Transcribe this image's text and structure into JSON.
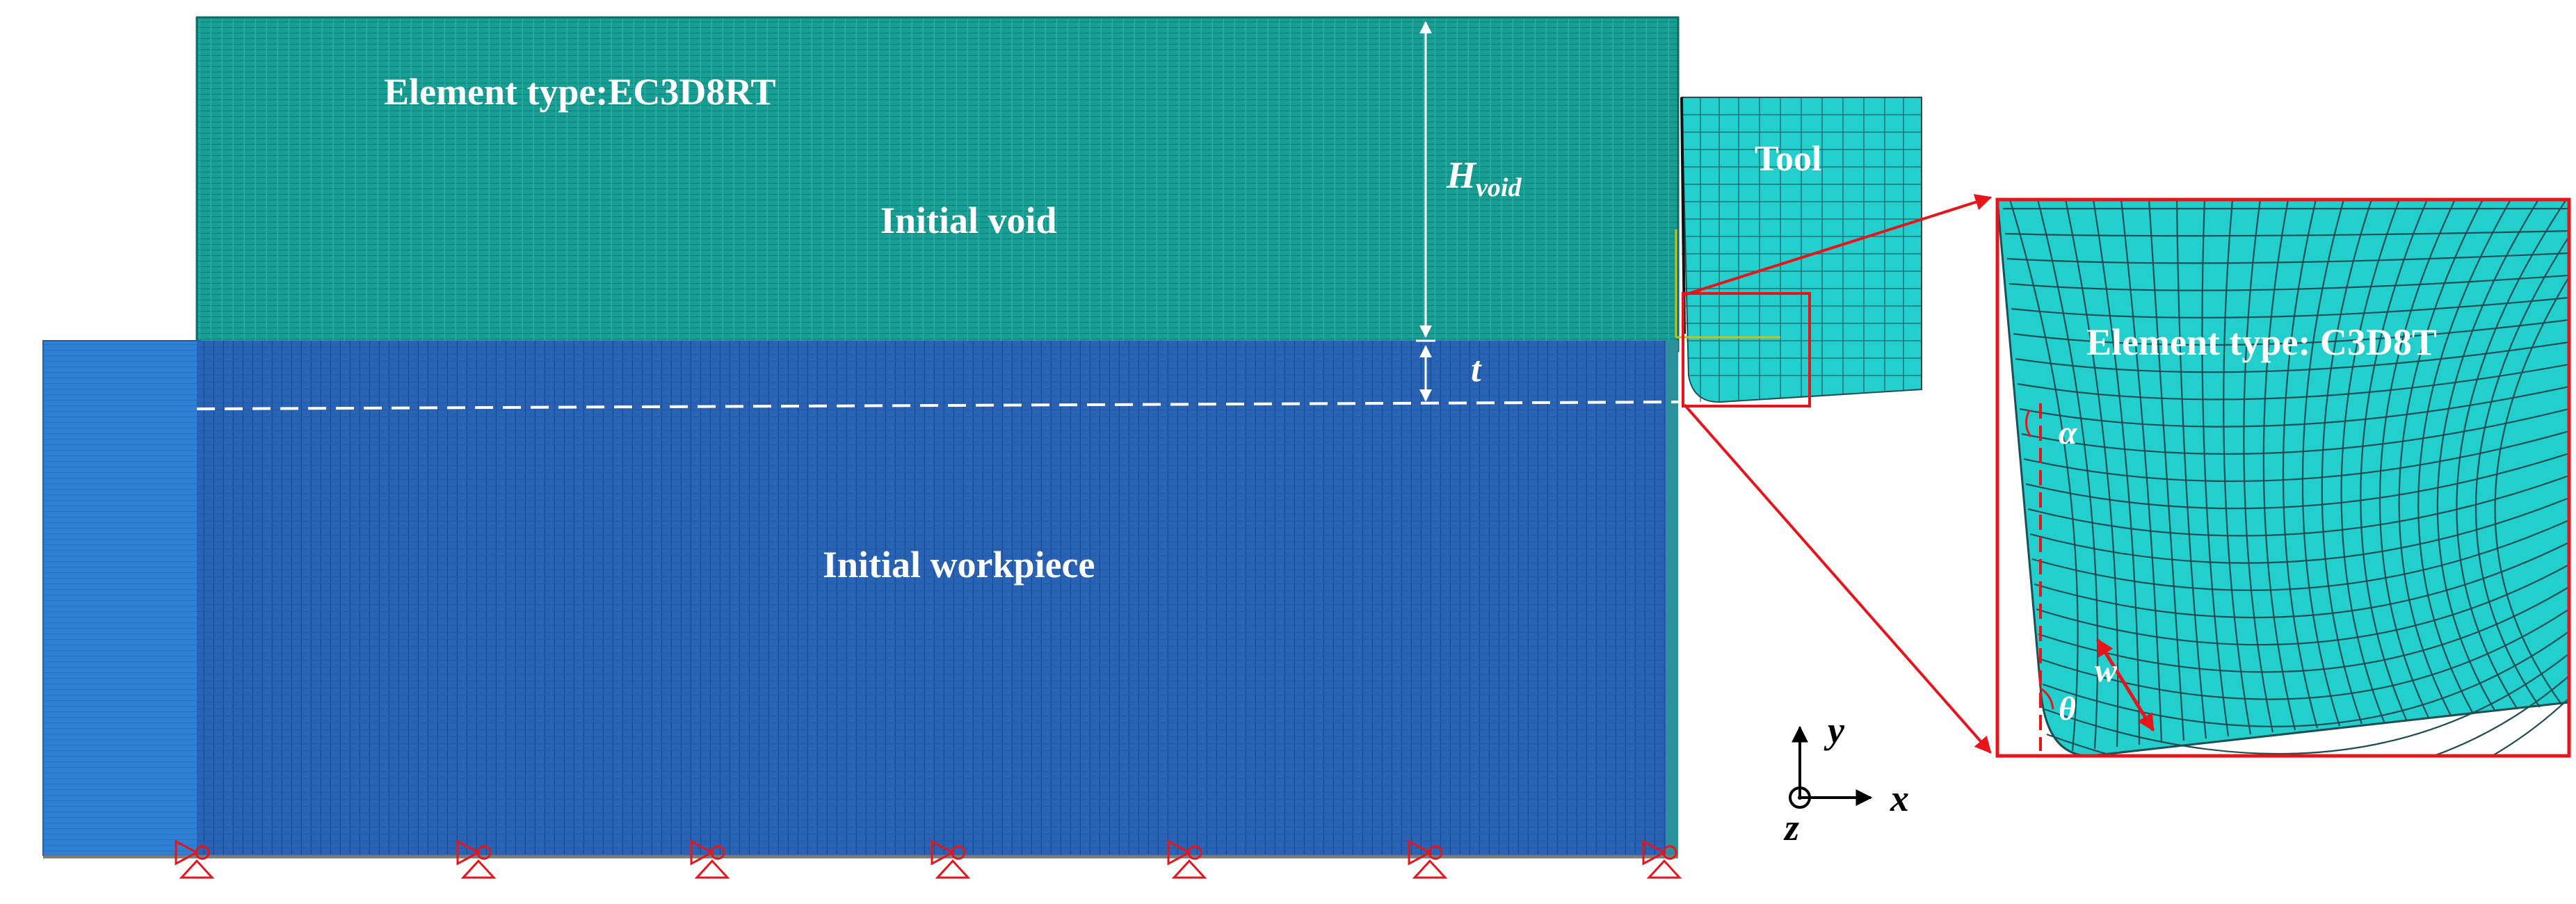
{
  "labels": {
    "void_element_type": "Element type:EC3D8RT",
    "initial_void": "Initial void",
    "initial_workpiece": "Initial workpiece",
    "tool": "Tool",
    "tool_element_type": "Element type: C3D8T",
    "h_symbol": "H",
    "h_subscript": "void",
    "t_symbol": "t",
    "alpha_symbol": "α",
    "w_symbol": "w",
    "theta_symbol": "θ",
    "axis_x": "x",
    "axis_y": "y",
    "axis_z": "z"
  },
  "colors": {
    "void_mesh": "#1a9e94",
    "workpiece_mesh": "#2a63b4",
    "workpiece_left_strip": "#2f80d4",
    "tool_mesh": "#22cfcc",
    "mesh_line": "#1f4f55",
    "callout": "#e8141b",
    "dimension_arrow": "#ffffff",
    "text_light": "#ffffff",
    "text_dark": "#000000"
  },
  "boundary_condition_icon": "pin-support-icon"
}
